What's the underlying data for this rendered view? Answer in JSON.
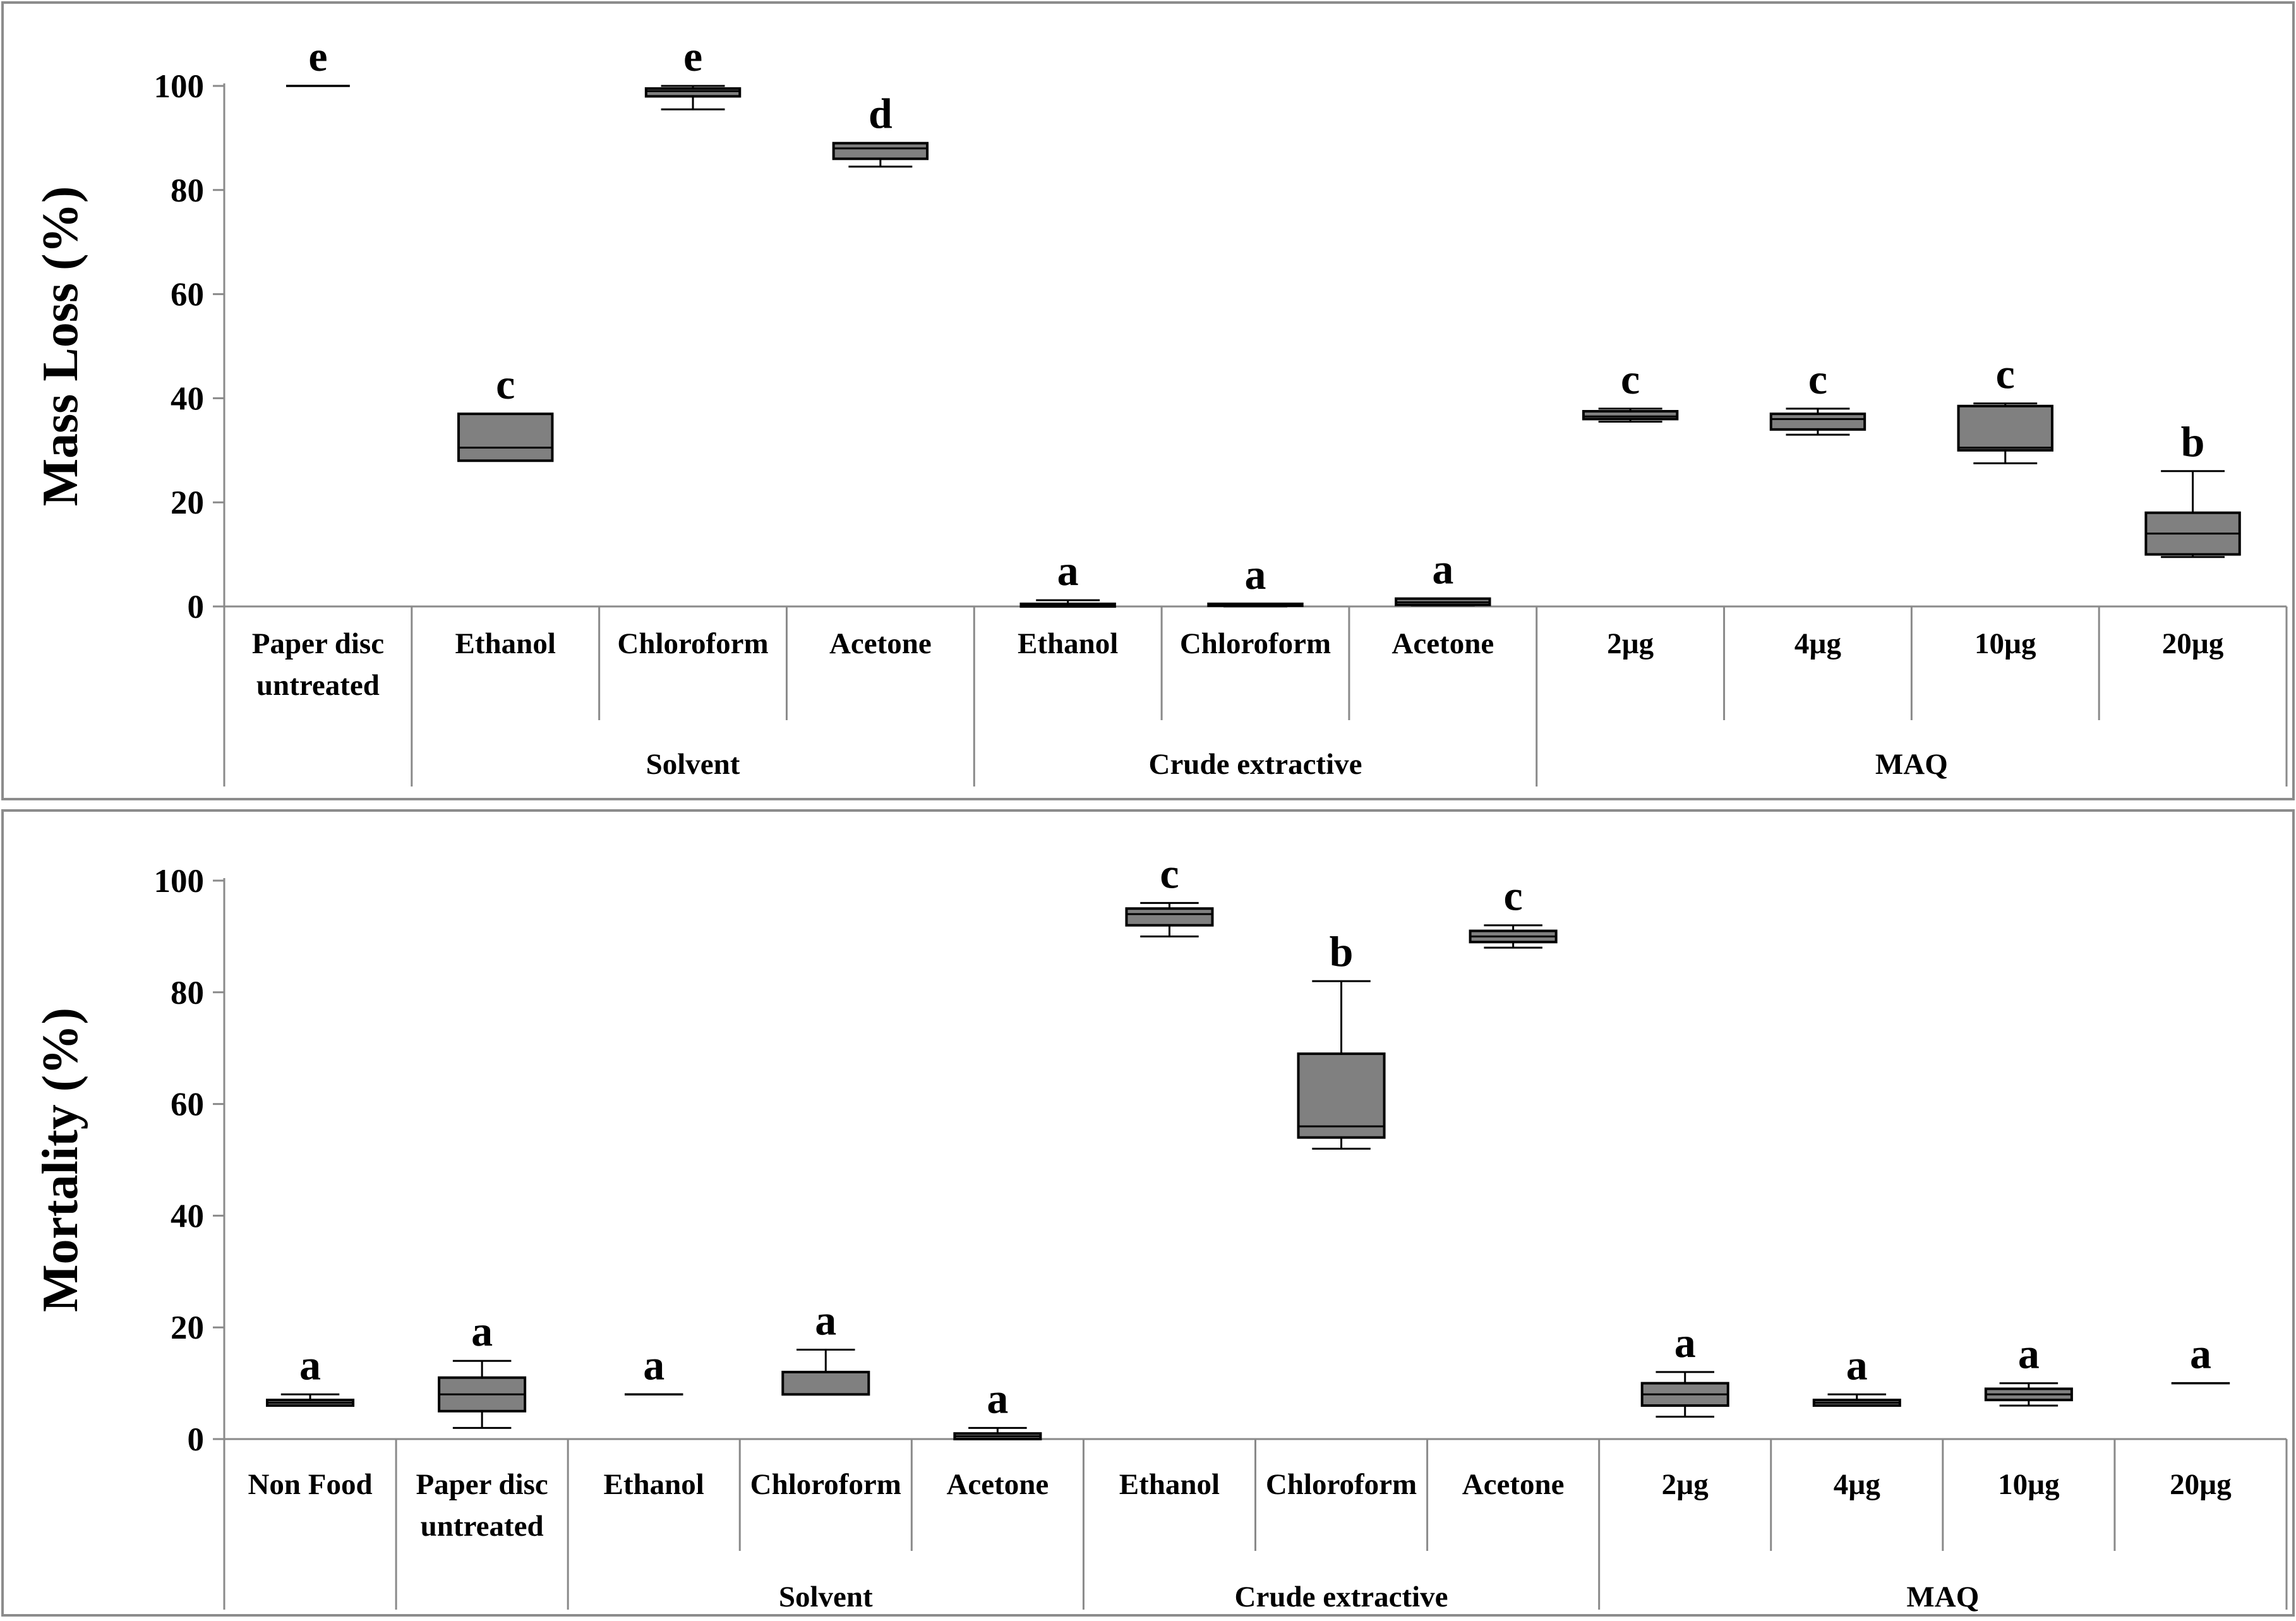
{
  "chart_data": [
    {
      "type": "box",
      "ylabel": "Mass Loss (%)",
      "ylim": [
        0,
        100
      ],
      "yticks": [
        "0",
        "20",
        "40",
        "60",
        "80",
        "100"
      ],
      "grid": false,
      "categories": [
        {
          "label": [
            "Paper disc",
            "untreated"
          ],
          "group": "",
          "sig": "e",
          "box": {
            "min": 100,
            "q1": 100,
            "median": 100,
            "q3": 100,
            "max": 100
          }
        },
        {
          "label": [
            "Ethanol"
          ],
          "group": "Solvent",
          "sig": "c",
          "box": {
            "min": 28,
            "q1": 28,
            "median": 30.5,
            "q3": 37,
            "max": 37
          }
        },
        {
          "label": [
            "Chloroform"
          ],
          "group": "Solvent",
          "sig": "e",
          "box": {
            "min": 95.5,
            "q1": 98,
            "median": 99,
            "q3": 99.5,
            "max": 100
          }
        },
        {
          "label": [
            "Acetone"
          ],
          "group": "Solvent",
          "sig": "d",
          "box": {
            "min": 84.5,
            "q1": 86,
            "median": 88,
            "q3": 89,
            "max": 89
          }
        },
        {
          "label": [
            "Ethanol"
          ],
          "group": "Crude extractive",
          "sig": "a",
          "box": {
            "min": 0,
            "q1": 0,
            "median": 0.3,
            "q3": 0.5,
            "max": 1.2
          }
        },
        {
          "label": [
            "Chloroform"
          ],
          "group": "Crude extractive",
          "sig": "a",
          "box": {
            "min": 0,
            "q1": 0.2,
            "median": 0.3,
            "q3": 0.5,
            "max": 0.5
          }
        },
        {
          "label": [
            "Acetone"
          ],
          "group": "Crude extractive",
          "sig": "a",
          "box": {
            "min": 0.2,
            "q1": 0.3,
            "median": 0.8,
            "q3": 1.5,
            "max": 1.5
          }
        },
        {
          "label": [
            "2µg"
          ],
          "group": "MAQ",
          "sig": "c",
          "box": {
            "min": 35.5,
            "q1": 36,
            "median": 36.5,
            "q3": 37.5,
            "max": 38
          }
        },
        {
          "label": [
            "4µg"
          ],
          "group": "MAQ",
          "sig": "c",
          "box": {
            "min": 33,
            "q1": 34,
            "median": 36,
            "q3": 37,
            "max": 38
          }
        },
        {
          "label": [
            "10µg"
          ],
          "group": "MAQ",
          "sig": "c",
          "box": {
            "min": 27.5,
            "q1": 30,
            "median": 30.5,
            "q3": 38.5,
            "max": 39
          }
        },
        {
          "label": [
            "20µg"
          ],
          "group": "MAQ",
          "sig": "b",
          "box": {
            "min": 9.5,
            "q1": 10,
            "median": 14,
            "q3": 18,
            "max": 26
          }
        }
      ],
      "groups": [
        {
          "name": "Solvent",
          "span": [
            1,
            3
          ]
        },
        {
          "name": "Crude extractive",
          "span": [
            4,
            6
          ]
        },
        {
          "name": "MAQ",
          "span": [
            7,
            10
          ]
        }
      ],
      "box_color": "#808080"
    },
    {
      "type": "box",
      "ylabel": "Mortality (%)",
      "ylim": [
        0,
        100
      ],
      "yticks": [
        "0",
        "20",
        "40",
        "60",
        "80",
        "100"
      ],
      "grid": false,
      "categories": [
        {
          "label": [
            "Non Food"
          ],
          "group": "",
          "sig": "a",
          "box": {
            "min": 6,
            "q1": 6,
            "median": 6.5,
            "q3": 7,
            "max": 8
          }
        },
        {
          "label": [
            "Paper disc",
            "untreated"
          ],
          "group": "",
          "sig": "a",
          "box": {
            "min": 2,
            "q1": 5,
            "median": 8,
            "q3": 11,
            "max": 14
          }
        },
        {
          "label": [
            "Ethanol"
          ],
          "group": "Solvent",
          "sig": "a",
          "box": {
            "min": 8,
            "q1": 8,
            "median": 8,
            "q3": 8,
            "max": 8
          }
        },
        {
          "label": [
            "Chloroform"
          ],
          "group": "Solvent",
          "sig": "a",
          "box": {
            "min": 8,
            "q1": 8,
            "median": 8,
            "q3": 12,
            "max": 16
          }
        },
        {
          "label": [
            "Acetone"
          ],
          "group": "Solvent",
          "sig": "a",
          "box": {
            "min": 0,
            "q1": 0,
            "median": 0.5,
            "q3": 1,
            "max": 2
          }
        },
        {
          "label": [
            "Ethanol"
          ],
          "group": "Crude extractive",
          "sig": "c",
          "box": {
            "min": 90,
            "q1": 92,
            "median": 94,
            "q3": 95,
            "max": 96
          }
        },
        {
          "label": [
            "Chloroform"
          ],
          "group": "Crude extractive",
          "sig": "b",
          "box": {
            "min": 52,
            "q1": 54,
            "median": 56,
            "q3": 69,
            "max": 82
          }
        },
        {
          "label": [
            "Acetone"
          ],
          "group": "Crude extractive",
          "sig": "c",
          "box": {
            "min": 88,
            "q1": 89,
            "median": 90,
            "q3": 91,
            "max": 92
          }
        },
        {
          "label": [
            "2µg"
          ],
          "group": "MAQ",
          "sig": "a",
          "box": {
            "min": 4,
            "q1": 6,
            "median": 8,
            "q3": 10,
            "max": 12
          }
        },
        {
          "label": [
            "4µg"
          ],
          "group": "MAQ",
          "sig": "a",
          "box": {
            "min": 6,
            "q1": 6,
            "median": 6.5,
            "q3": 7,
            "max": 8
          }
        },
        {
          "label": [
            "10µg"
          ],
          "group": "MAQ",
          "sig": "a",
          "box": {
            "min": 6,
            "q1": 7,
            "median": 8,
            "q3": 9,
            "max": 10
          }
        },
        {
          "label": [
            "20µg"
          ],
          "group": "MAQ",
          "sig": "a",
          "box": {
            "min": 10,
            "q1": 10,
            "median": 10,
            "q3": 10,
            "max": 10
          }
        }
      ],
      "groups": [
        {
          "name": "Solvent",
          "span": [
            2,
            4
          ]
        },
        {
          "name": "Crude extractive",
          "span": [
            5,
            7
          ]
        },
        {
          "name": "MAQ",
          "span": [
            8,
            11
          ]
        }
      ],
      "box_color": "#808080"
    }
  ]
}
